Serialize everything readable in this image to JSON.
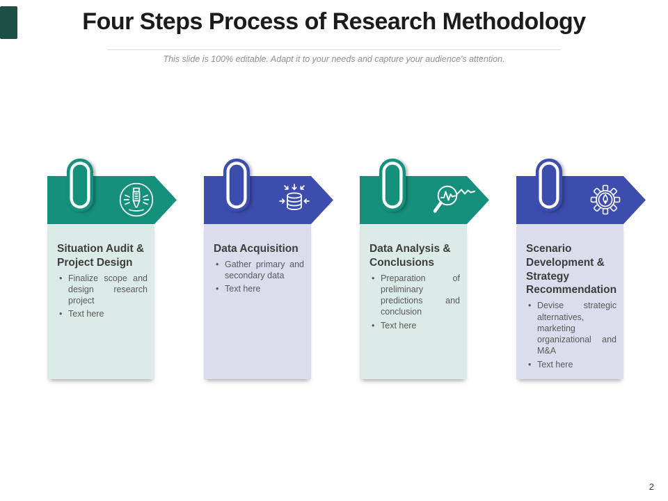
{
  "slide": {
    "title": "Four Steps Process of Research Methodology",
    "subtitle": "This slide is 100% editable. Adapt it to your needs and capture your audience's attention.",
    "page_number": "2"
  },
  "steps": [
    {
      "theme": "teal",
      "icon": "screwdriver-idea-icon",
      "title": "Situation Audit & Project Design",
      "bullets": [
        "Finalize scope and design research project",
        "Text here"
      ]
    },
    {
      "theme": "blue",
      "icon": "database-collect-icon",
      "title": "Data Acquisition",
      "bullets": [
        "Gather primary and secondary data",
        "Text here"
      ]
    },
    {
      "theme": "teal",
      "icon": "magnifier-chart-icon",
      "title": "Data Analysis & Conclusions",
      "bullets": [
        "Preparation of preliminary predictions and conclusion",
        "Text here"
      ]
    },
    {
      "theme": "blue",
      "icon": "gear-pen-icon",
      "title": "Scenario Development & Strategy Recommendation",
      "bullets": [
        "Devise strategic alternatives, marketing organizational and M&A",
        "Text here"
      ]
    }
  ],
  "colors": {
    "teal": "#15907D",
    "blue": "#3C4DAE",
    "teal_card": "#DCEBE7",
    "blue_card": "#DBDCEC",
    "corner": "#1C4F45"
  }
}
